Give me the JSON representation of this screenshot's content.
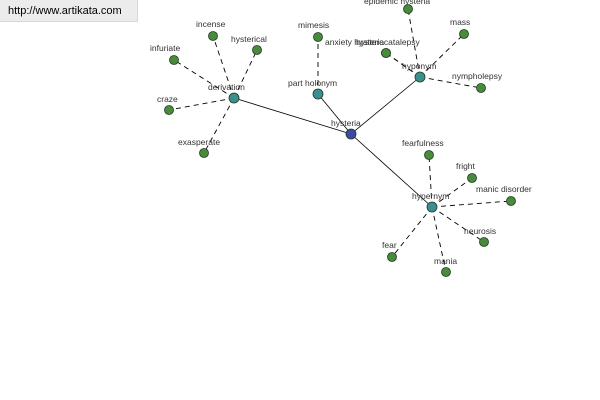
{
  "site": {
    "url": "http://www.artikata.com"
  },
  "colors": {
    "root": "#3a4aa6",
    "relation": "#3d8f8f",
    "leaf": "#4a8a3c",
    "edge": "#000000"
  },
  "graph": {
    "root": {
      "id": "hysteria",
      "label": "hysteria"
    },
    "relations": [
      {
        "id": "derivation",
        "label": "derivation"
      },
      {
        "id": "part-holonym",
        "label": "part holonym"
      },
      {
        "id": "hyponym",
        "label": "hyponym"
      },
      {
        "id": "hypernym",
        "label": "hypernym"
      }
    ],
    "leaves": [
      {
        "id": "incense",
        "label": "incense",
        "parent": "derivation"
      },
      {
        "id": "hysterical",
        "label": "hysterical",
        "parent": "derivation"
      },
      {
        "id": "infuriate",
        "label": "infuriate",
        "parent": "derivation"
      },
      {
        "id": "craze",
        "label": "craze",
        "parent": "derivation"
      },
      {
        "id": "exasperate",
        "label": "exasperate",
        "parent": "derivation"
      },
      {
        "id": "mimesis",
        "label": "mimesis",
        "parent": "part-holonym"
      },
      {
        "id": "epidemic-hysteria",
        "label": "epidemic hysteria",
        "parent": "hyponym"
      },
      {
        "id": "mass",
        "label": "mass",
        "parent": "hyponym"
      },
      {
        "id": "anxiety-hysteria",
        "label": "anxiety hysteria",
        "parent": "hyponym"
      },
      {
        "id": "hysterocatalepsy",
        "label": "hysterocatalepsy",
        "parent": "hyponym"
      },
      {
        "id": "nympholepsy",
        "label": "nympholepsy",
        "parent": "hyponym"
      },
      {
        "id": "fearfulness",
        "label": "fearfulness",
        "parent": "hypernym"
      },
      {
        "id": "fright",
        "label": "fright",
        "parent": "hypernym"
      },
      {
        "id": "manic-disorder",
        "label": "manic disorder",
        "parent": "hypernym"
      },
      {
        "id": "neurosis",
        "label": "neurosis",
        "parent": "hypernym"
      },
      {
        "id": "fear",
        "label": "fear",
        "parent": "hypernym"
      },
      {
        "id": "mania",
        "label": "mania",
        "parent": "hypernym"
      }
    ]
  }
}
